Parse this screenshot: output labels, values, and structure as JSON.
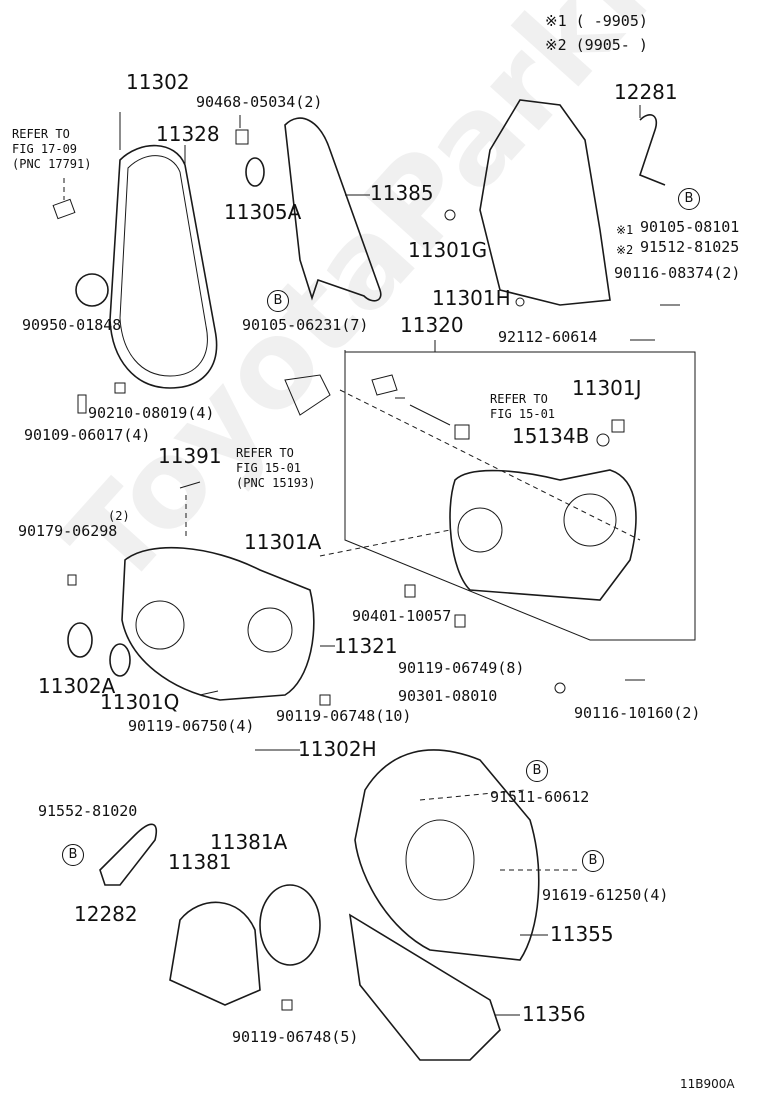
{
  "legend": {
    "note1": "※1 (     -9905)",
    "note2": "※2 (9905-      )"
  },
  "refs": {
    "refer1": [
      "REFER TO",
      "FIG 17-09",
      "(PNC 17791)"
    ],
    "refer2": [
      "REFER TO",
      "FIG 15-01",
      "(PNC 15193)"
    ],
    "refer3": [
      "REFER TO",
      "FIG 15-01"
    ]
  },
  "badge_letter": "B",
  "parts": {
    "p11302": "11302",
    "p11328": "11328",
    "p90468": "90468-05034(2)",
    "p11305A": "11305A",
    "p11385": "11385",
    "p90105_06231": "90105-06231(7)",
    "p90950": "90950-01848",
    "p90210": "90210-08019(4)",
    "p90109": "90109-06017(4)",
    "p12281": "12281",
    "p90105_08101": "90105-08101",
    "mark1": "※1",
    "p91512": "91512-81025",
    "mark2": "※2",
    "p90116_08374": "90116-08374(2)",
    "p11301G": "11301G",
    "p11301H": "11301H",
    "p11320": "11320",
    "p92112": "92112-60614",
    "p11301J": "11301J",
    "p15134B": "15134B",
    "p11391": "11391",
    "p90179": "90179-06298",
    "qty2": "(2)",
    "p11301A": "11301A",
    "p90401": "90401-10057",
    "p11321": "11321",
    "p90119_06749": "90119-06749(8)",
    "p90301": "90301-08010",
    "p90116_10160": "90116-10160(2)",
    "p11302A": "11302A",
    "p11301Q": "11301Q",
    "p90119_06750": "90119-06750(4)",
    "p90119_06748_10": "90119-06748(10)",
    "p11302H": "11302H",
    "p91552": "91552-81020",
    "p91511": "91511-60612",
    "p11381A": "11381A",
    "p11381": "11381",
    "p12282": "12282",
    "p91619": "91619-61250(4)",
    "p11355": "11355",
    "p11356": "11356",
    "p90119_06748_5": "90119-06748(5)"
  },
  "diagram_code": "11B900A",
  "watermark": "ToyotaParkMall.ru"
}
